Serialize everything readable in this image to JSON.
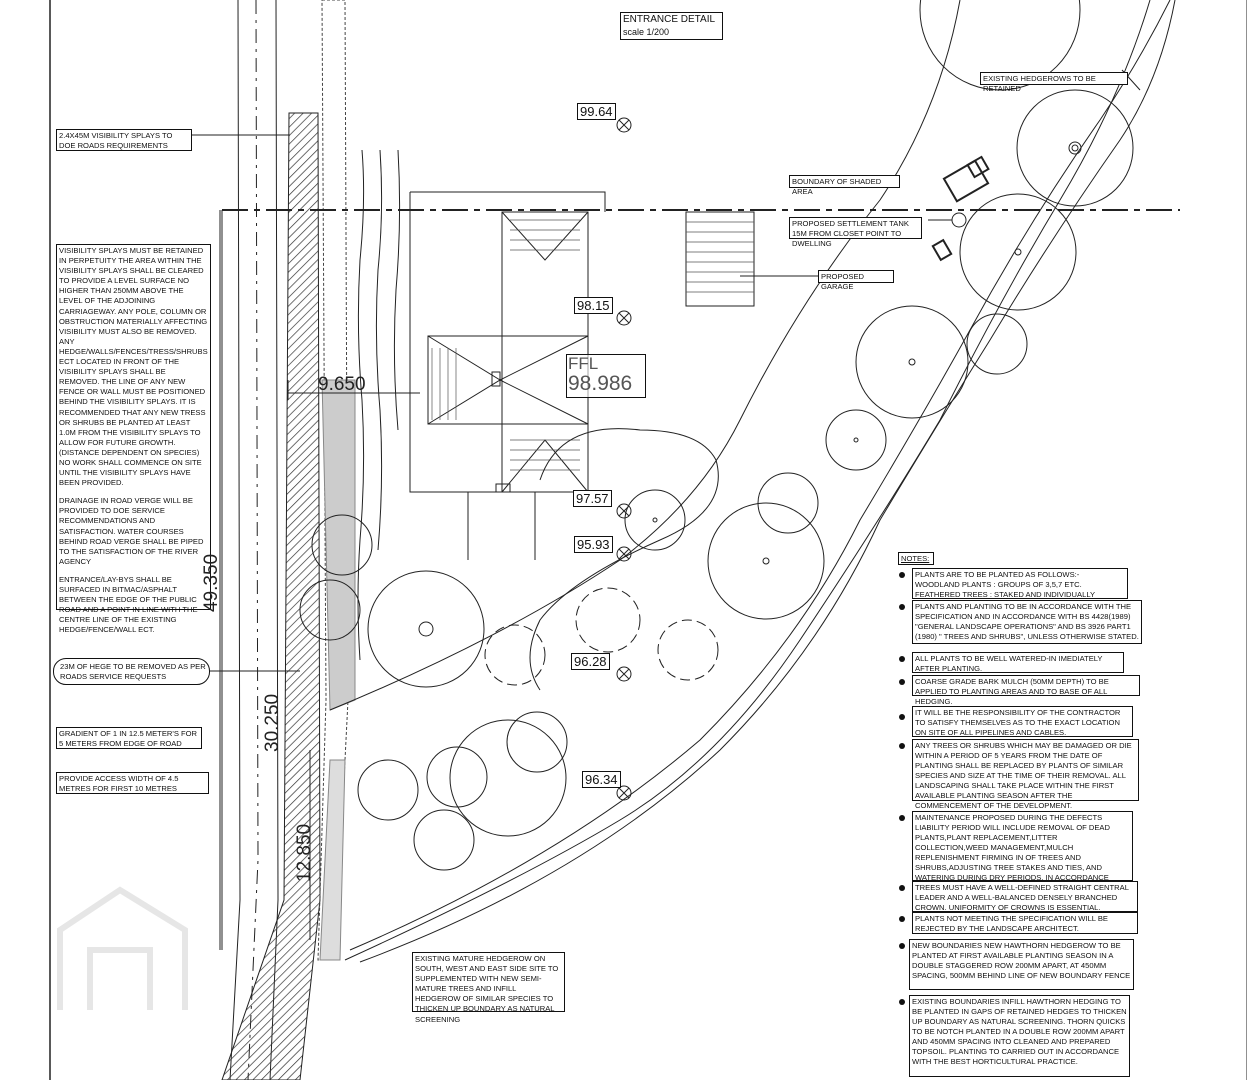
{
  "title": {
    "main": "ENTRANCE DETAIL",
    "scale": "scale 1/200"
  },
  "labels": {
    "hedgerows_retained": "EXISTING HEDGEROWS TO BE RETAINED",
    "boundary_shaded": "BOUNDARY OF SHADED AREA",
    "settlement_tank": "PROPOSED SETTLEMENT TANK 15m FROM CLOSET POINT TO DWELLING",
    "garage": "PROPOSED GARAGE",
    "visibility_splays_doe": "2.4x45m VISIBILITY SPLAYS TO DOE ROADS REQUIREMENTS",
    "visibility_notes": "VISIBILITY SPLAYS MUST BE RETAINED IN PERPETUITY THE AREA WITHIN THE VISIBILITY SPLAYS SHALL BE CLEARED TO PROVIDE A LEVEL SURFACE NO HIGHER THAN 250MM ABOVE THE LEVEL OF THE ADJOINING CARRIAGEWAY. ANY POLE, COLUMN OR OBSTRUCTION MATERIALLY AFFECTING VISIBILITY MUST ALSO BE REMOVED. ANY HEDGE/WALLS/FENCES/TRESS/SHRUBS ECT LOCATED IN FRONT OF THE VISIBILITY SPLAYS SHALL BE REMOVED. THE LINE OF ANY NEW FENCE OR WALL MUST BE POSITIONED BEHIND THE VISIBILITY SPLAYS. IT IS RECOMMENDED THAT ANY NEW TRESS OR SHRUBS BE PLANTED AT LEAST 1.0M FROM THE VISIBILITY SPLAYS TO ALLOW FOR FUTURE GROWTH. (DISTANCE DEPENDENT ON SPECIES) NO WORK SHALL COMMENCE ON SITE UNTIL THE VISIBILITY SPLAYS HAVE BEEN PROVIDED.",
    "drainage_notes": "DRAINAGE IN ROAD VERGE WILL BE PROVIDED TO DOE SERVICE RECOMMENDATIONS AND SATISFACTION. WATER COURSES BEHIND ROAD VERGE SHALL BE PIPED TO THE SATISFACTION OF THE RIVER AGENCY",
    "entrance_notes": "ENTRANCE/LAY-BYS SHALL BE SURFACED IN BITMAC/ASPHALT BETWEEN THE EDGE OF THE PUBLIC ROAD AND A POINT IN LINE WITH THE CENTRE LINE OF THE EXISTING HEDGE/FENCE/WALL ECT.",
    "hedge_removed": "23M OF HEGE TO BE REMOVED AS PER ROADS SERVICE REQUESTS",
    "gradient": "GRADIENT OF 1 IN 12.5 METER'S FOR 5 METERS FROM EDGE OF ROAD",
    "access_width": "PROVIDE ACCESS WIDTH OF 4.5 METRES FOR FIRST 10 METRES",
    "hedgerow_south": "EXISTING MATURE HEDGEROW ON SOUTH, WEST AND EAST SIDE SITE TO SUPPLEMENTED WITH NEW SEMI-MATURE TREES AND INFILL HEDGEROW OF SIMILAR SPECIES TO THICKEN UP BOUNDARY AS NATURAL SCREENING"
  },
  "levels": [
    "99.64",
    "98.15",
    "97.57",
    "95.93",
    "96.28",
    "96.34"
  ],
  "ffl": {
    "label": "FFL",
    "value": "98.986"
  },
  "dimensions": {
    "d1": "9.650",
    "d2": "49.350",
    "d3": "30.250",
    "d4": "12.850"
  },
  "notes": {
    "heading": "NOTES:",
    "items": [
      "PLANTS ARE TO BE PLANTED AS FOLLOWS:- WOODLAND PLANTS : GROUPS OF 3,5,7 etc. FEATHERED TREES : STAKED AND INDIVIDUALLY PLANTED",
      "PLANTS AND PLANTING TO BE IN ACCORDANCE WITH THE SPECIFICATION AND IN ACCORDANCE WITH BS 4428(1989) \"GENERAL LANDSCAPE OPERATIONS\" AND BS 3926 PART1 (1980) \" TREES AND SHRUBS\", UNLESS OTHERWISE STATED.",
      "ALL PLANTS TO BE WELL WATERED-IN IMEDIATELY AFTER PLANTING.",
      "COARSE GRADE BARK MULCH (50MM DEPTH) TO BE APPLIED TO PLANTING AREAS AND TO BASE OF ALL HEDGING.",
      "IT WILL BE THE RESPONSIBILITY OF THE CONTRACTOR TO SATISFY THEMSELVES AS TO THE EXACT LOCATION ON SITE OF ALL PIPELINES AND CABLES.",
      "ANY TREES OR SHRUBS WHICH MAY BE DAMAGED OR DIE WITHIN A PERIOD OF 5 YEARS FROM THE DATE OF PLANTING SHALL BE REPLACED BY PLANTS OF SIMILAR SPECIES AND SIZE AT THE TIME OF THEIR REMOVAL. ALL LANDSCAPING SHALL TAKE PLACE WITHIN THE FIRST AVAILABLE PLANTING SEASON AFTER THE COMMENCEMENT OF THE DEVELOPMENT.",
      "MAINTENANCE PROPOSED DURING THE DEFECTS LIABILITY PERIOD WILL INCLUDE REMOVAL OF DEAD PLANTS,PLANT REPLACEMENT,LITTER COLLECTION,WEED MANAGEMENT,MULCH REPLENISHMENT FIRMING IN OF TREES AND SHRUBS,ADJUSTING TREE STAKES AND TIES, AND WATERING DURING DRY PERIODS, IN ACCORDANCE WITH THE SPECIFICATION.",
      "TREES MUST HAVE A WELL-DEFINED STRAIGHT CENTRAL LEADER AND A WELL-BALANCED DENSELY BRANCHED CROWN. UNIFORMITY OF CROWNS IS ESSENTIAL.",
      "PLANTS NOT MEETING THE SPECIFICATION WILL BE REJECTED BY THE LANDSCAPE ARCHITECT.",
      "NEW BOUNDARIES NEW HAWTHORN HEDGEROW TO BE PLANTED AT FIRST AVAILABLE PLANTING SEASON IN A DOUBLE STAGGERED ROW 200mm APART, AT 450mm SPACING, 500mm BEHIND LINE OF NEW BOUNDARY FENCE",
      "EXISTING BOUNDARIES INFILL HAWTHORN HEDGING TO BE PLANTED IN GAPS OF RETAINED HEDGES TO THICKEN UP BOUNDARY AS NATURAL SCREENING. THORN QUICKS TO BE NOTCH PLANTED IN A DOUBLE ROW 200mm APART AND 450mm SPACING INTO CLEANED AND PREPARED TOPSOIL. PLANTING TO CARRIED OUT IN ACCORDANCE WITH THE BEST HORTICULTURAL PRACTICE."
    ]
  }
}
